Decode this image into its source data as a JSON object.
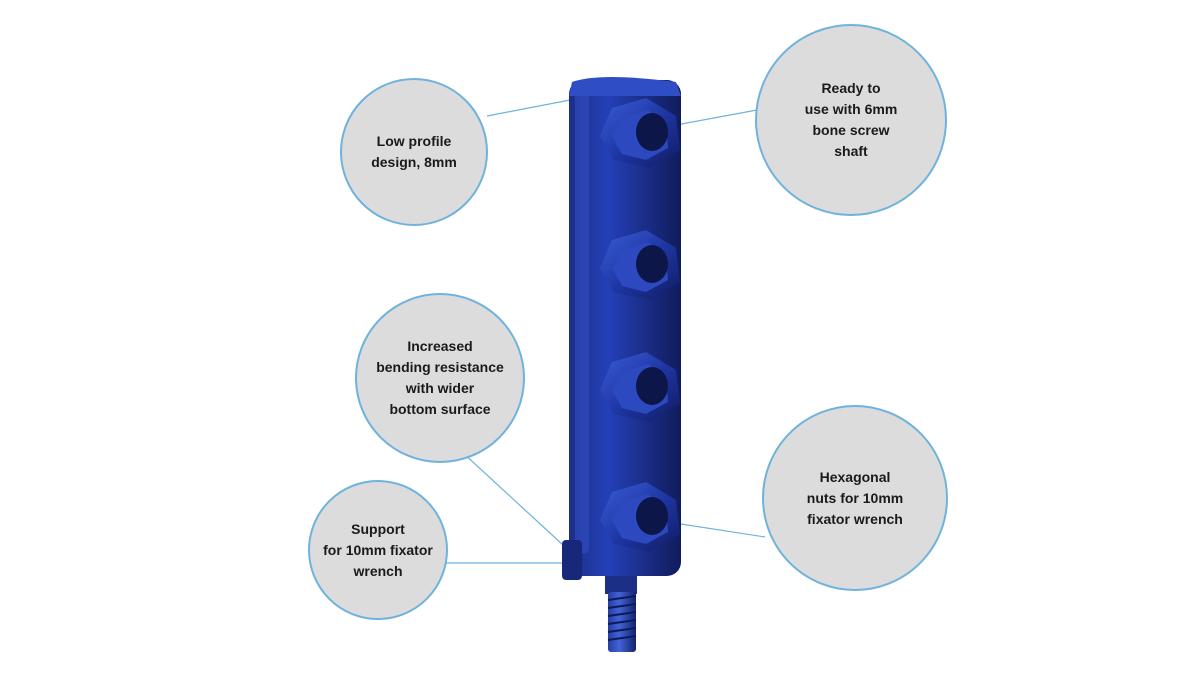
{
  "callouts": [
    {
      "id": "low_profile",
      "text": "Low profile\ndesign, 8mm"
    },
    {
      "id": "ready",
      "text": "Ready to\nuse with 6mm\nbone screw\nshaft"
    },
    {
      "id": "bending",
      "text": "Increased\nbending resistance\nwith wider\nbottom surface"
    },
    {
      "id": "support",
      "text": "Support\nfor 10mm fixator\nwrench"
    },
    {
      "id": "hexagonal",
      "text": "Hexagonal\nnuts for 10mm\nfixator wrench"
    }
  ],
  "colors": {
    "bubble_fill": "#dcdcdc",
    "bubble_border": "#6fb3dc",
    "leader_line": "#6fb3dc",
    "device_body": "#1a2f8c",
    "device_highlight": "#3d5ad6"
  }
}
